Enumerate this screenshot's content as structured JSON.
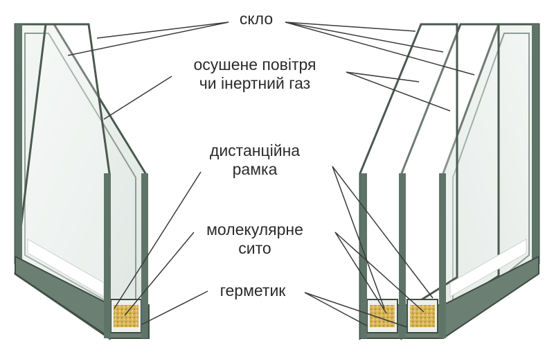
{
  "labels": {
    "glass": "скло",
    "gas_line1": "осушене повітря",
    "gas_line2": "чи інертний газ",
    "spacer_line1": "дистанційна",
    "spacer_line2": "рамка",
    "sieve_line1": "молекулярне",
    "sieve_line2": "сито",
    "sealant": "герметик"
  },
  "colors": {
    "glass_edge": "#4a5a50",
    "frame_green": "#5f7468",
    "glass_fill": "#eef2f0",
    "desiccant": "#d9b65a",
    "leader": "#3a3a3a"
  }
}
